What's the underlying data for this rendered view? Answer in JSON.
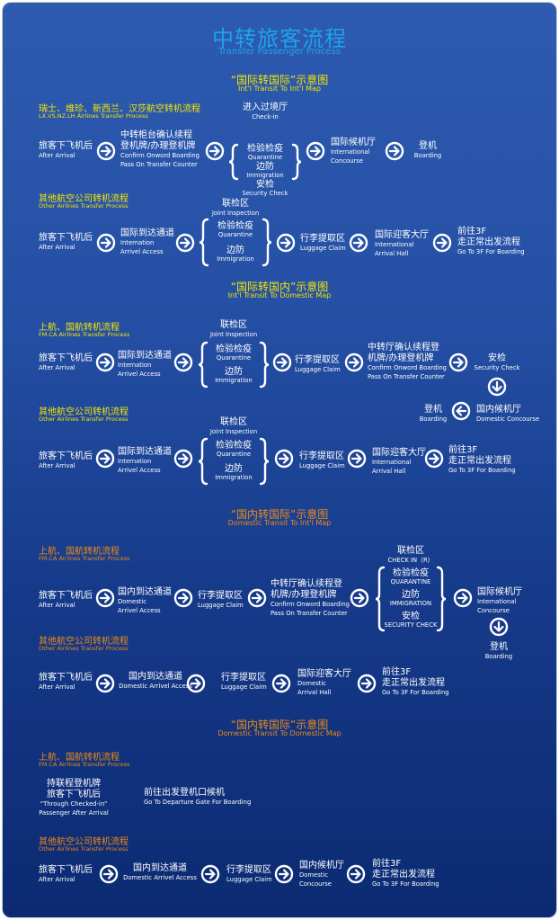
{
  "title": {
    "zh": "中转旅客流程",
    "en": "Transfer Passenger Process"
  },
  "colors": {
    "title": "#1fa3ea",
    "intl_sections": "#f5e600",
    "domestic_sections": "#f08a10",
    "text": "#ffffff",
    "background_top": "#2d5bb0",
    "background_bottom": "#0b2a72"
  },
  "sections": [
    {
      "title_zh": "“国际转国际”示意图",
      "title_en": "Int'l Transit To Int'l Map",
      "color": "#f5e600",
      "flows": [
        {
          "label_zh": "瑞士、维珍、新西兰、汉莎航空转机流程",
          "label_en": "LX.VS.NZ.LH Airlines Transfer Process",
          "steps": [
            {
              "zh": [
                "旅客下飞机后"
              ],
              "en": [
                "After Arrival"
              ]
            },
            {
              "zh": [
                "中转柜台确认续程",
                "登机牌/办理登机牌"
              ],
              "en": [
                "Confirm Onword Boarding",
                "Pass On Transfer Counter"
              ]
            },
            {
              "head_zh": "进入过境厅",
              "head_en": "Check-in",
              "items": [
                {
                  "zh": "检验检疫",
                  "en": "Quarantine"
                },
                {
                  "zh": "边防",
                  "en": "Immigration"
                },
                {
                  "zh": "安检",
                  "en": "Security Check"
                }
              ]
            },
            {
              "zh": [
                "国际候机厅"
              ],
              "en": [
                "International",
                "Concourse"
              ]
            },
            {
              "zh": [
                "登机"
              ],
              "en": [
                "Boarding"
              ]
            }
          ]
        },
        {
          "label_zh": "其他航空公司转机流程",
          "label_en": "Other Airlines Transfer Process",
          "steps": [
            {
              "zh": [
                "旅客下飞机后"
              ],
              "en": [
                "After Arrival"
              ]
            },
            {
              "zh": [
                "国际到达通道"
              ],
              "en": [
                "Internation",
                "Arrivel Access"
              ]
            },
            {
              "head_zh": "联检区",
              "head_en": "Joint Inspection",
              "items": [
                {
                  "zh": "检验检疫",
                  "en": "Quarantine"
                },
                {
                  "zh": "边防",
                  "en": "Immigration"
                }
              ]
            },
            {
              "zh": [
                "行李提取区"
              ],
              "en": [
                "Luggage Claim"
              ]
            },
            {
              "zh": [
                "国际迎客大厅"
              ],
              "en": [
                "International",
                "Arrival Hall"
              ]
            },
            {
              "zh": [
                "前往3F",
                "走正常出发流程"
              ],
              "en": [
                "Go To 3F For Boarding"
              ]
            }
          ]
        }
      ]
    },
    {
      "title_zh": "“国际转国内”示意图",
      "title_en": "Int'l Transit To Domestic Map",
      "color": "#f5e600",
      "flows": [
        {
          "label_zh": "上航、国航转机流程",
          "label_en": "FM.CA Airlines Transfer Process",
          "steps": [
            {
              "zh": [
                "旅客下飞机后"
              ],
              "en": [
                "After Arrival"
              ]
            },
            {
              "zh": [
                "国际到达通道"
              ],
              "en": [
                "Internation",
                "Arrivel Access"
              ]
            },
            {
              "head_zh": "联检区",
              "head_en": "Joint Inspection",
              "items": [
                {
                  "zh": "检验检疫",
                  "en": "Quarantine"
                },
                {
                  "zh": "边防",
                  "en": "Immigration"
                }
              ]
            },
            {
              "zh": [
                "行李提取区"
              ],
              "en": [
                "Luggage Claim"
              ]
            },
            {
              "zh": [
                "中转厅确认续程登",
                "机牌/办理登机牌"
              ],
              "en": [
                "Confirm Onword Boarding",
                "Pass On Transfer Counter"
              ]
            },
            {
              "zh": [
                "安检"
              ],
              "en": [
                "Security Check"
              ]
            },
            {
              "zh": [
                "国内候机厅"
              ],
              "en": [
                "Domestic Concourse"
              ]
            },
            {
              "zh": [
                "登机"
              ],
              "en": [
                "Boarding"
              ]
            }
          ]
        },
        {
          "label_zh": "其他航空公司转机流程",
          "label_en": "Other Airlines Transfer Process",
          "steps": [
            {
              "zh": [
                "旅客下飞机后"
              ],
              "en": [
                "After Arrival"
              ]
            },
            {
              "zh": [
                "国际到达通道"
              ],
              "en": [
                "Internation",
                "Arrivel Access"
              ]
            },
            {
              "head_zh": "联检区",
              "head_en": "Joint Inspection",
              "items": [
                {
                  "zh": "检验检疫",
                  "en": "Quarantine"
                },
                {
                  "zh": "边防",
                  "en": "Immigration"
                }
              ]
            },
            {
              "zh": [
                "行李提取区"
              ],
              "en": [
                "Luggage Claim"
              ]
            },
            {
              "zh": [
                "国际迎客大厅"
              ],
              "en": [
                "International",
                "Arrival Hall"
              ]
            },
            {
              "zh": [
                "前往3F",
                "走正常出发流程"
              ],
              "en": [
                "Go To 3F For Boarding"
              ]
            }
          ]
        }
      ]
    },
    {
      "title_zh": "“国内转国际”示意图",
      "title_en": "Domestic Transit To Int'l Map",
      "color": "#f08a10",
      "flows": [
        {
          "label_zh": "上航、国航转机流程",
          "label_en": "FM.CA Airlines Transfer Process",
          "steps": [
            {
              "zh": [
                "旅客下飞机后"
              ],
              "en": [
                "After Arrival"
              ]
            },
            {
              "zh": [
                "国内到达通道"
              ],
              "en": [
                "Domestic",
                "Arrivel Access"
              ]
            },
            {
              "zh": [
                "行李提取区"
              ],
              "en": [
                "Luggage Claim"
              ]
            },
            {
              "zh": [
                "中转厅确认续程登",
                "机牌/办理登机牌"
              ],
              "en": [
                "Confirm Onword Boarding",
                "Pass On Transfer Counter"
              ]
            },
            {
              "head_zh": "联检区",
              "head_en": "CHECK IN（R）",
              "items": [
                {
                  "zh": "检验检疫",
                  "en": "QUARANTINE"
                },
                {
                  "zh": "边防",
                  "en": "IMMIGRATION"
                },
                {
                  "zh": "安检",
                  "en": "SECURITY CHECK"
                }
              ]
            },
            {
              "zh": [
                "国际候机厅"
              ],
              "en": [
                "International",
                "Concourse"
              ]
            },
            {
              "zh": [
                "登机"
              ],
              "en": [
                "Boarding"
              ]
            }
          ]
        },
        {
          "label_zh": "其他航空公司转机流程",
          "label_en": "Other Airlines Transfer Process",
          "steps": [
            {
              "zh": [
                "旅客下飞机后"
              ],
              "en": [
                "After Arrival"
              ]
            },
            {
              "zh": [
                "国内到达通道"
              ],
              "en": [
                "Domestic Arrivel Access"
              ]
            },
            {
              "zh": [
                "行李提取区"
              ],
              "en": [
                "Luggage Claim"
              ]
            },
            {
              "zh": [
                "国际迎客大厅"
              ],
              "en": [
                "Domestic",
                "Arrival Hall"
              ]
            },
            {
              "zh": [
                "前往3F",
                "走正常出发流程"
              ],
              "en": [
                "Go To 3F For Boarding"
              ]
            }
          ]
        }
      ]
    },
    {
      "title_zh": "“国内转国际”示意图",
      "title_en": "Domestic Transit To Domestic Map",
      "color": "#f08a10",
      "flows": [
        {
          "label_zh": "上航、国航转机流程",
          "label_en": "FM.CA Airlines Transfer Process",
          "steps": [
            {
              "zh": [
                "持联程登机牌",
                "旅客下飞机后"
              ],
              "en": [
                "“Through Checked-in”",
                "Passenger After Arrival"
              ]
            },
            {
              "zh": [
                "前往出发登机口候机"
              ],
              "en": [
                "Go To Departure Gate For Boarding"
              ]
            }
          ]
        },
        {
          "label_zh": "其他航空公司转机流程",
          "label_en": "Other Airlines Transfer Process",
          "steps": [
            {
              "zh": [
                "旅客下飞机后"
              ],
              "en": [
                "After Arrival"
              ]
            },
            {
              "zh": [
                "国内到达通道"
              ],
              "en": [
                "Domestic Arrivel Access"
              ]
            },
            {
              "zh": [
                "行李提取区"
              ],
              "en": [
                "Luggage Claim"
              ]
            },
            {
              "zh": [
                "国内候机厅"
              ],
              "en": [
                "Domestic",
                "Concourse"
              ]
            },
            {
              "zh": [
                "前往3F",
                "走正常出发流程"
              ],
              "en": [
                "Go To 3F For Boarding"
              ]
            }
          ]
        }
      ]
    }
  ]
}
